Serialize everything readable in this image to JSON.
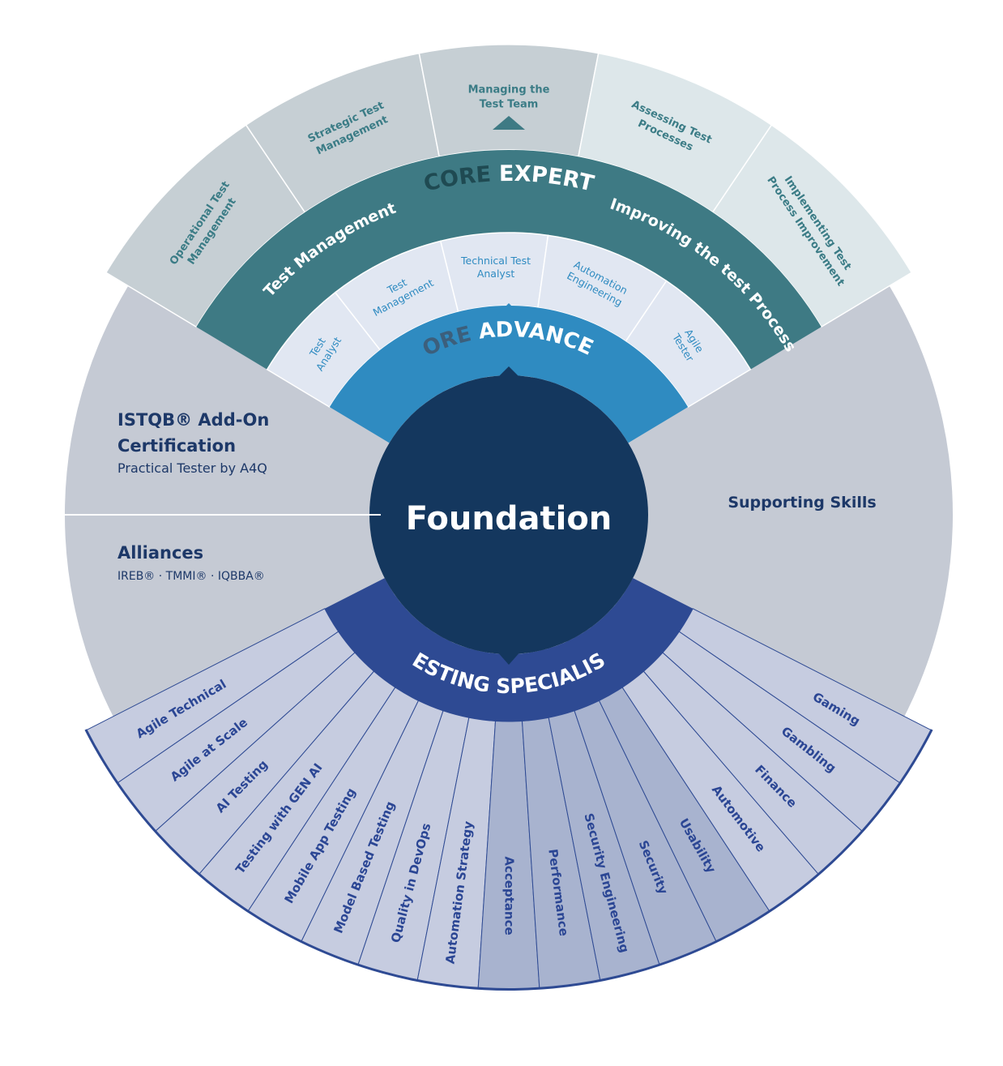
{
  "center": {
    "label": "Foundation"
  },
  "core_expert": {
    "title_core": "CORE",
    "title_rest": "EXPERT",
    "left_band": "Test Management",
    "right_band": "Improving the test Process",
    "modules": [
      [
        "Operational Test",
        "Management"
      ],
      [
        "Strategic Test",
        "Management"
      ],
      [
        "Managing the",
        "Test Team"
      ],
      [
        "Assessing Test",
        "Processes"
      ],
      [
        "Implementing Test",
        "Process Improvement"
      ]
    ]
  },
  "core_advanced": {
    "title_core": "CORE",
    "title_rest": "ADVANCED",
    "modules": [
      [
        "Test",
        "Analyst"
      ],
      [
        "Test",
        "Management"
      ],
      [
        "Technical Test",
        "Analyst"
      ],
      [
        "Automation",
        "Engineering"
      ],
      [
        "Agile",
        "Tester"
      ]
    ]
  },
  "add_on": {
    "title_line1": "ISTQB® Add-On",
    "title_line2": "Certification",
    "subtitle": "Practical Tester by A4Q"
  },
  "alliances": {
    "title": "Alliances",
    "subtitle": "IREB® · TMMI® · IQBBA®"
  },
  "supporting": {
    "title": "Supporting Skills"
  },
  "specialist": {
    "title": "TESTING SPECIALIST",
    "modules": [
      "Agile Technical",
      "Agile at Scale",
      "AI Testing",
      "Testing with GEN AI",
      "Mobile App Testing",
      "Model Based Testing",
      "Quality in DevOps",
      "Automation Strategy",
      "Acceptance",
      "Performance",
      "Security Engineering",
      "Security",
      "Usability",
      "Automotive",
      "Finance",
      "Gambling",
      "Gaming"
    ]
  },
  "colors": {
    "foundation": "#14375e",
    "advanced_band": "#2f8bc1",
    "expert_band": "#3e7a84",
    "specialist_band": "#2e4a93",
    "expert_modules_left": "#c6cfd4",
    "expert_modules_right": "#dde7ea",
    "advanced_modules": "#e1e7f2",
    "outer_grey": "#c5cad4",
    "specialist_modules": "#c6cce0",
    "specialist_modules_dark": "#a8b3cf",
    "teal_text": "#3b7c86",
    "navy_text": "#1d3868",
    "specialist_text": "#2b4694"
  }
}
